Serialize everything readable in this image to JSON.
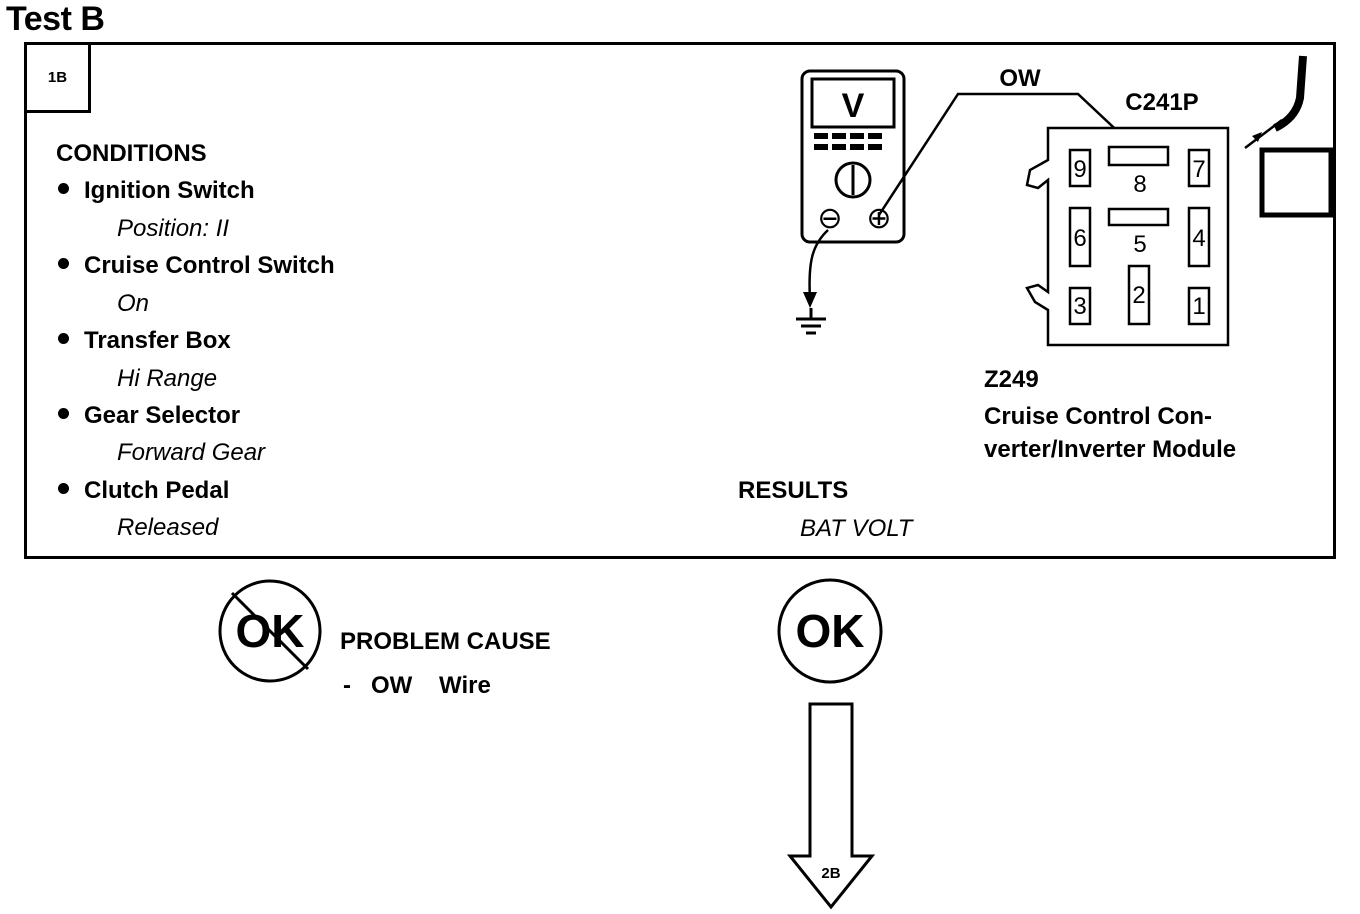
{
  "title": "Test B",
  "step_id": "1B",
  "conditions": {
    "heading": "CONDITIONS",
    "items": [
      {
        "label": "Ignition Switch",
        "value": "Position: II"
      },
      {
        "label": "Cruise Control Switch",
        "value": "On"
      },
      {
        "label": "Transfer Box",
        "value": "Hi Range"
      },
      {
        "label": "Gear Selector",
        "value": "Forward Gear"
      },
      {
        "label": "Clutch Pedal",
        "value": "Released"
      }
    ]
  },
  "results": {
    "heading": "RESULTS",
    "value": "BAT VOLT"
  },
  "meter": {
    "display": "V",
    "neg_symbol": "⊖",
    "pos_symbol": "⊕"
  },
  "wire_label": "OW",
  "connector": {
    "id": "C241P",
    "pins": [
      "9",
      "8",
      "7",
      "6",
      "5",
      "4",
      "3",
      "2",
      "1"
    ]
  },
  "component": {
    "id": "Z249",
    "name_line1": "Cruise Control Con-",
    "name_line2": "verter/Inverter Module"
  },
  "not_ok": {
    "symbol": "OK",
    "heading": "PROBLEM CAUSE",
    "cause_dash": "-",
    "cause_wire": "OW",
    "cause_text": "Wire"
  },
  "ok": {
    "symbol": "OK",
    "next_step": "2B"
  }
}
